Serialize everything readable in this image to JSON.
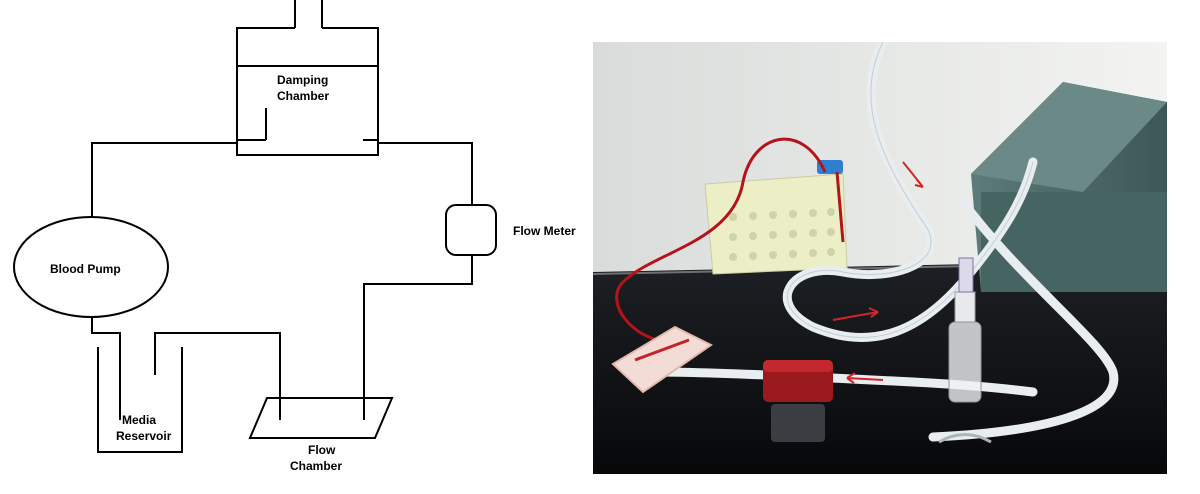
{
  "diagram": {
    "labels": {
      "damping_chamber": [
        "Damping",
        "Chamber"
      ],
      "flow_meter": "Flow Meter",
      "blood_pump": "Blood Pump",
      "media_reservoir": [
        "Media",
        "Reservoir"
      ],
      "flow_chamber": [
        "Flow",
        "Chamber"
      ]
    },
    "line_color": "#000000"
  },
  "photo": {
    "description_colors": {
      "tubing": "#e8eef0",
      "red_line": "#b5121b",
      "bench": "#121418",
      "wall": "#e9ebea",
      "pump_housing": "#4b6a68",
      "rack": "#ecefc6",
      "arrow": "#d0262a"
    }
  }
}
